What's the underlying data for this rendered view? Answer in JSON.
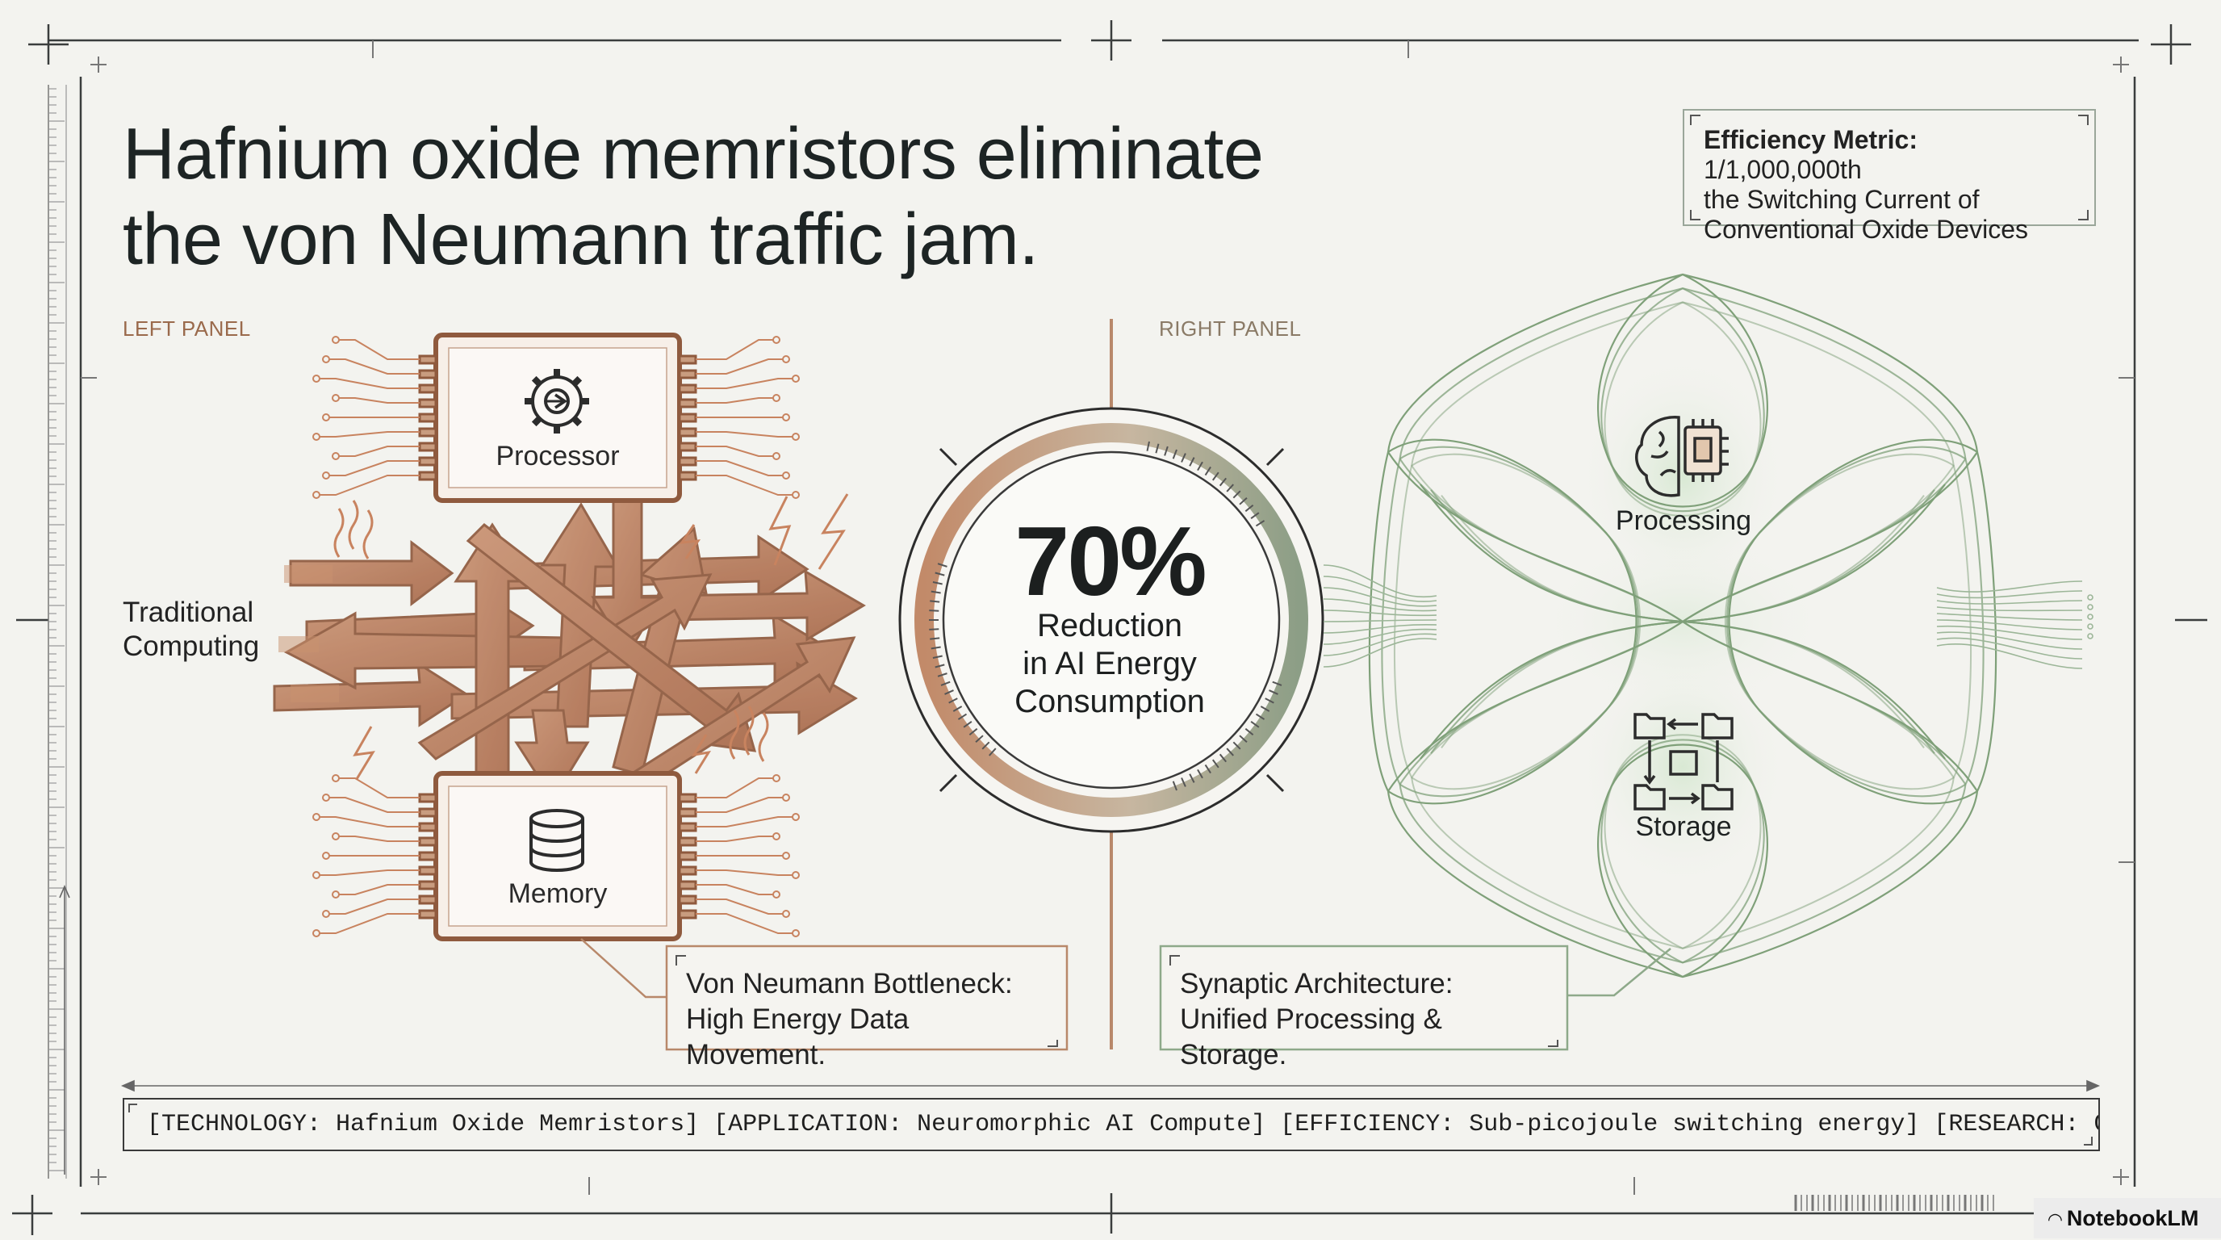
{
  "title": {
    "line1": "Hafnium oxide memristors eliminate",
    "line2": "the von Neumann traffic jam."
  },
  "efficiency": {
    "label": "Efficiency Metric:",
    "value_line1": "1/1,000,000th",
    "line2": "the Switching Current of",
    "line3": "Conventional Oxide Devices"
  },
  "left_panel": {
    "label": "LEFT PANEL",
    "side_label_line1": "Traditional",
    "side_label_line2": "Computing",
    "processor_label": "Processor",
    "memory_label": "Memory",
    "callout_line1": "Von Neumann Bottleneck:",
    "callout_line2": "High Energy Data Movement."
  },
  "center": {
    "percent": "70%",
    "line1": "Reduction",
    "line2": "in AI Energy",
    "line3": "Consumption"
  },
  "right_panel": {
    "label": "RIGHT PANEL",
    "processing_label": "Processing",
    "storage_label": "Storage",
    "callout_line1": "Synaptic Architecture:",
    "callout_line2": "Unified Processing & Storage."
  },
  "footer": {
    "text": "[TECHNOLOGY: Hafnium Oxide Memristors] [APPLICATION: Neuromorphic AI Compute] [EFFICIENCY: Sub-picojoule switching energy] [RESEARCH: Global Semiconductor Institute]"
  },
  "brand": "NotebookLM",
  "colors": {
    "copper": "#b87a55",
    "copper_dark": "#8f5a3e",
    "sage": "#8ea98a",
    "sage_light": "#c9dcc5",
    "ink": "#1e2222",
    "background": "#f3f3ef"
  },
  "icons": [
    "gear-icon",
    "database-icon",
    "brain-chip-icon",
    "folder-network-icon",
    "lightning-icon",
    "heat-wave-icon"
  ]
}
